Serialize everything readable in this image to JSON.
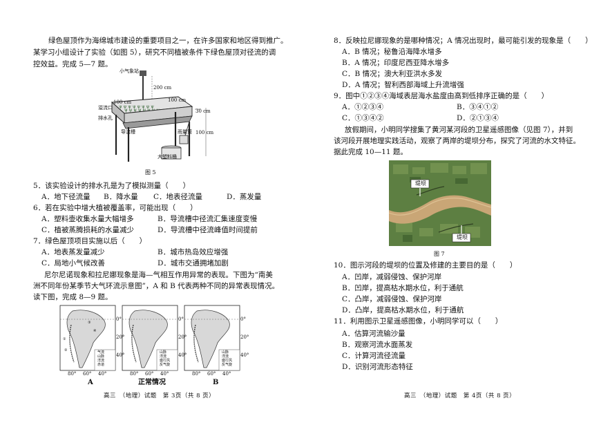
{
  "left": {
    "intro": [
      "绿色屋顶作为海绵城市建设的重要项目之一，在许多国家和地区得到推广。",
      "某学习小组设计了实验（如图 5），研究不同植被条件下绿色屋顶对径流的调",
      "控效益。完成 5—7 题。"
    ],
    "fig5": {
      "caption": "图 5",
      "labels": {
        "weather": "小气象站",
        "h200": "200 cm",
        "w100a": "100 cm",
        "w100b": "100 cm",
        "h30": "30 cm",
        "overflow": "溢流口",
        "drain": "排水孔",
        "channel": "导流槽",
        "gauge": "雨量筒",
        "h100": "100 cm",
        "bucket": "大塑料桶"
      }
    },
    "q5": {
      "stem": "5．该实验设计的排水孔是为了模拟测量（　　）",
      "a": "A．地下径流量",
      "b": "B．降水量",
      "c": "C．地表径流量",
      "d": "D．蒸发量"
    },
    "q6": {
      "stem": "6．若在实验中增大植被覆盖率，可能出现（　　）",
      "a": "A．塑料壶收集水量大幅增多",
      "b": "B．导流槽中径流汇集速度变慢",
      "c": "C．植被蒸腾损耗的水量减少",
      "d": "D．导流槽中径流峰值时间提前"
    },
    "q7": {
      "stem": "7．绿色屋顶项目实施以后（　　）",
      "a": "A．地表蒸发量减少",
      "b": "B．城市热岛效应增强",
      "c": "C．局地小气候改善",
      "d": "D．城市交通拥堵加剧"
    },
    "enso": [
      "尼尔尼诺现象和拉尼娜现象是海—气相互作用异常的表现。下图为“南美",
      "洲不同年份某季节大气环流示意图”，A 和 B 代表两种不同的异常表现情况。",
      "读下图，完成 8—9 题。"
    ],
    "maps": {
      "labels": [
        "A",
        "正常情况",
        "B"
      ],
      "lat0": "0°",
      "lat20": "20°",
      "lat40": "40°",
      "lon80": "80°",
      "lon60": "60°",
      "lon40": "40°",
      "legend": [
        "气流",
        "山脉",
        "洋流",
        "赤道",
        "盛行风",
        "反气旋"
      ]
    },
    "footer": "高三　（地理）试题　第 3页（共 8 页）"
  },
  "right": {
    "q8": {
      "stem": "8．反映拉尼娜现象的是哪种情况；A 情况出现时，最可能引发的现象是（　　）",
      "a": "A．B 情况；秘鲁沿海降水增多",
      "b": "B．A 情况；印度尼西亚降水增多",
      "c": "C．B 情况；澳大利亚洪水多发",
      "d": "D．A 情况；智利西部海域上升流增强"
    },
    "q9": {
      "stem": "9．图中①②③④海域表层海水盐度由高到低排序正确的是（　　）",
      "a": "A．①②③④",
      "b": "B．③④①②",
      "c": "C．①③④②",
      "d": "D．②①③④"
    },
    "yellow": [
      "放假期间，小明同学搜集了黄河某河段的卫星遥感图像（见图 7），并到",
      "该河段开展地理实践活动，观察了两岸的堤坝分布，探究了河流的水文特征。",
      "据此完成 10—11 题。"
    ],
    "fig7": {
      "caption": "图 7",
      "dam_top": "堤坝",
      "dam_bottom": "堤坝"
    },
    "q10": {
      "stem": "10．图示河段的堤坝的位置及修建的主要目的是（　　）",
      "a": "A．凹岸，减弱侵蚀、保护河岸",
      "b": "B．凹岸，提高枯水期水位，利于通航",
      "c": "C．凸岸，减弱侵蚀、保护河岸",
      "d": "D．凸岸，提高枯水期水位，利于通航"
    },
    "q11": {
      "stem": "11．利用图示卫星遥感图像，小明同学可以（　　）",
      "a": "A．估算河流输沙量",
      "b": "B．观察河流水面蒸发",
      "c": "C．计算河流径流量",
      "d": "D．识别河流形态特征"
    },
    "footer": "高三　（地理）试题　第 4页（共 8 页）"
  }
}
